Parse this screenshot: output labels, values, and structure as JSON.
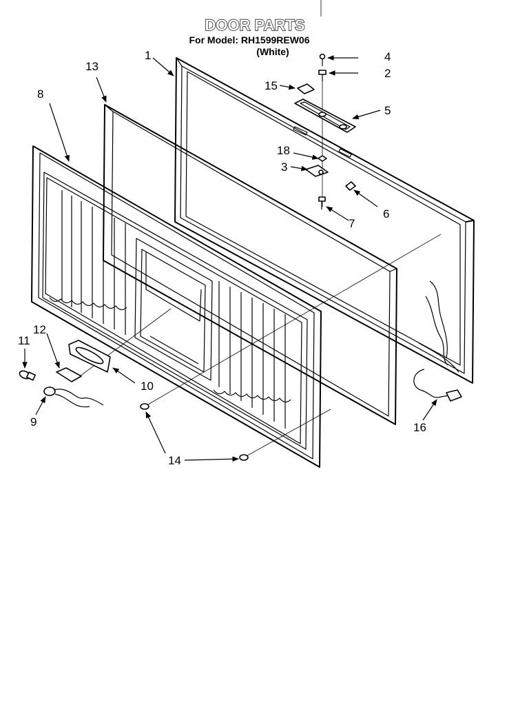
{
  "title": "DOOR PARTS",
  "model_line": "For Model: RH1599REW06",
  "color_line": "(White)",
  "callouts": {
    "c1": "1",
    "c2": "2",
    "c3": "3",
    "c4": "4",
    "c5": "5",
    "c6": "6",
    "c7": "7",
    "c8": "8",
    "c9": "9",
    "c10": "10",
    "c11": "11",
    "c12": "12",
    "c13": "13",
    "c14": "14",
    "c15": "15",
    "c16": "16",
    "c18": "18"
  }
}
